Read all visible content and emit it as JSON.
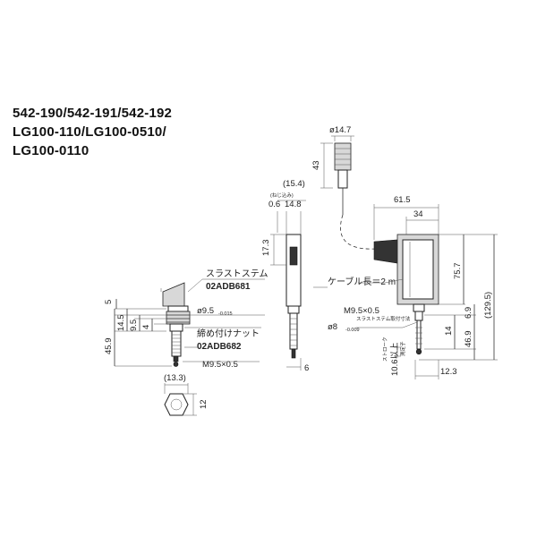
{
  "title": {
    "line1": "542-190/542-191/542-192",
    "line2": "LG100-110/LG100-0510/",
    "line3": "LG100-0110"
  },
  "labels": {
    "thrust_stem": "スラストステム",
    "thrust_stem_code": "02ADB681",
    "clamp_nut": "締め付けナット",
    "clamp_nut_code": "02ADB682",
    "cable_length": "ケーブル長＝2 m",
    "thrust_stem_mount": "スラストステム取付寸法",
    "tag_small": "(ねじ込み)",
    "stroke_label": "ストローク",
    "stroke_value": "10.6以上",
    "contact_point": "測定子"
  },
  "dims": {
    "d14_7": "ø14.7",
    "d43": "43",
    "d15_4": "(15.4)",
    "d0_6": "0.6",
    "d14_8": "14.8",
    "d17_3": "17.3",
    "d61_5": "61.5",
    "d34": "34",
    "d75_7": "75.7",
    "d129_5": "(129.5)",
    "d6_9": "6.9",
    "d14": "14",
    "d46_9": "46.9",
    "d12_3": "12.3",
    "d5": "5",
    "d14_5": "14.5",
    "d9_5": "9.5",
    "d4": "4",
    "d45_9": "45.9",
    "phi9_5": "ø9.5",
    "phi9_5_tol": "-0.015",
    "phi8": "ø8",
    "phi8_tol": "-0.009",
    "thread_left": "M9.5×0.5",
    "thread_right": "M9.5×0.5",
    "d13_3": "(13.3)",
    "d12": "12",
    "d6": "6"
  }
}
